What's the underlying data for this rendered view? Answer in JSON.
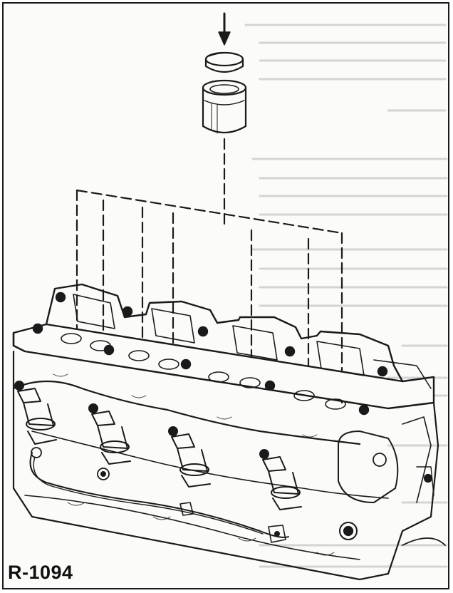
{
  "figure": {
    "reference_code": "R-1094"
  },
  "palette": {
    "ink": "#1a1a1a",
    "paper": "#fbfbf9",
    "bleed_text": "#c8c8c8"
  },
  "parts": {
    "arrow": "down-arrow-icon",
    "cap": "valve-shim-cap",
    "tappet": "hydraulic-tappet",
    "cylinder_head": "cylinder-head-assembly",
    "camshaft_carrier": "camshaft-carrier-frame",
    "injectors": "fuel-injector-icons"
  }
}
